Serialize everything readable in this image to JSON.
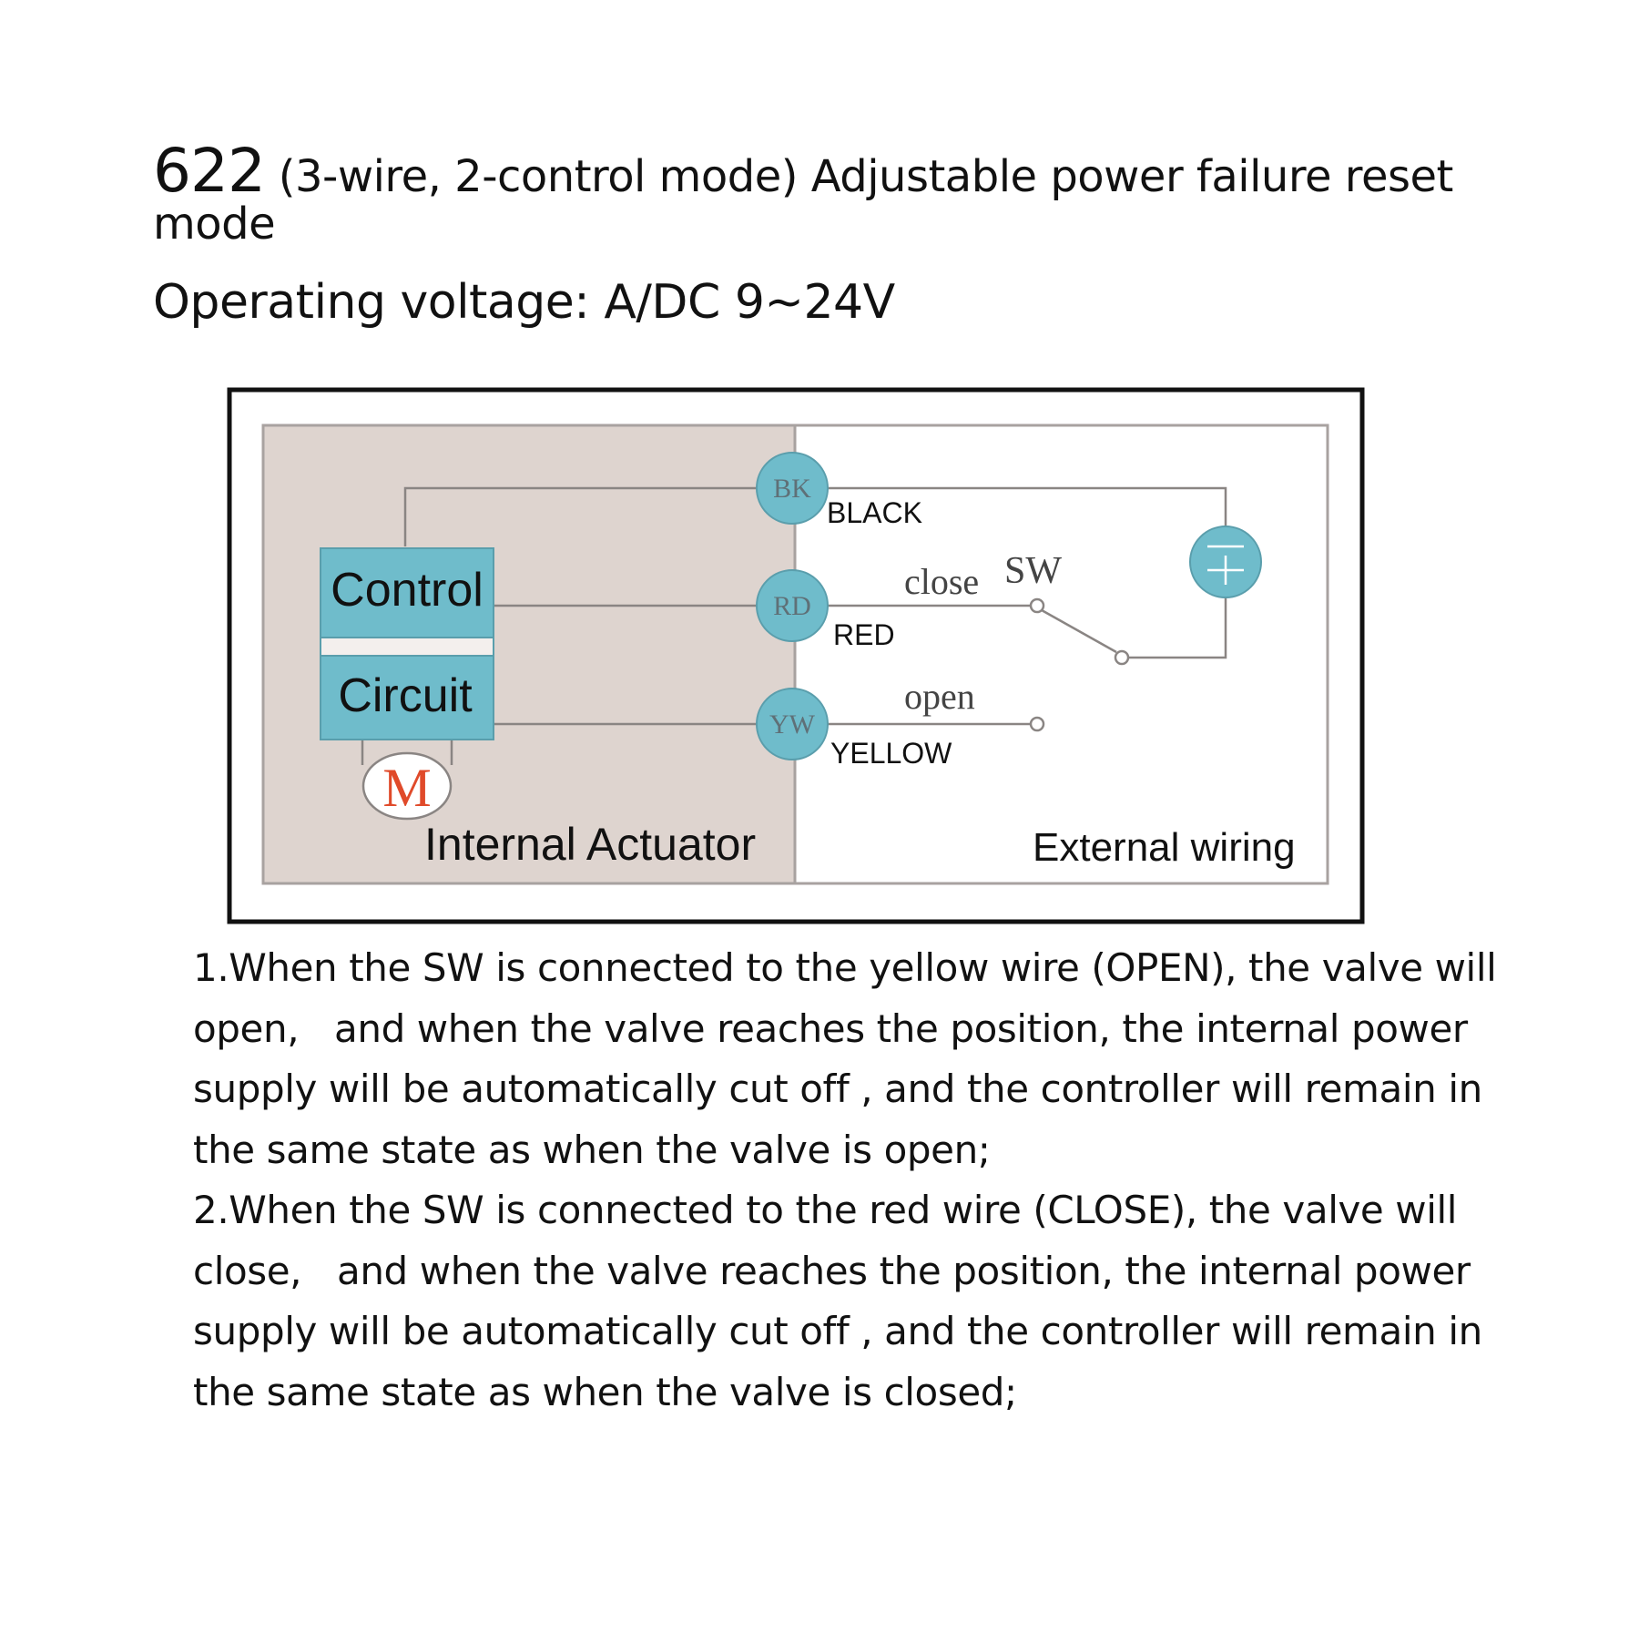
{
  "header": {
    "model": "622",
    "title_rest": " (3-wire, 2-control mode) Adjustable power failure reset mode",
    "voltage": "Operating voltage:  A/DC 9~24V"
  },
  "diagram": {
    "control_label": "Control",
    "circuit_label": "Circuit",
    "motor_label": "M",
    "internal_label": "Internal Actuator",
    "external_label": "External wiring",
    "terminals": {
      "bk": "BK",
      "rd": "RD",
      "yw": "YW"
    },
    "wires": {
      "black": "BLACK",
      "red": "RED",
      "yellow": "YELLOW"
    },
    "close_label": "close",
    "open_label": "open",
    "sw_label": "SW",
    "colors": {
      "teal": "#6fbccb",
      "internal_bg": "#ded4cf",
      "motor_red": "#e04a2a"
    }
  },
  "notes": [
    "1.When the SW is connected to the yellow wire (OPEN), the valve will open,   and when the valve reaches the position, the internal power supply will be automatically cut off , and the controller will remain in the same state as when the valve is open;",
    "2.When the SW is connected to the red wire (CLOSE), the valve will close,   and when the valve reaches the position, the internal power supply will be automatically cut off , and the controller will remain in the same state as when the valve is closed;"
  ]
}
